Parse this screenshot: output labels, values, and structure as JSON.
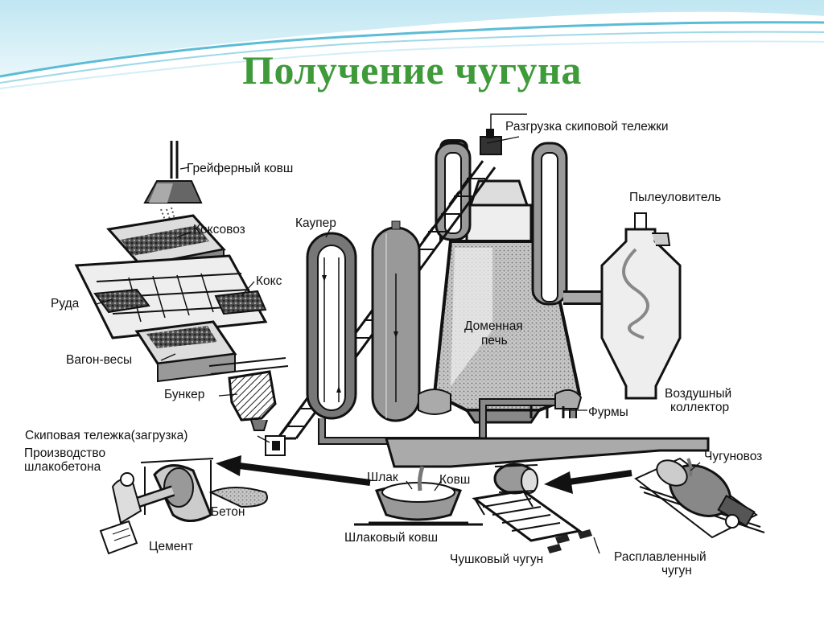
{
  "slide": {
    "title": "Получение чугуна",
    "title_color": "#3f9a3a"
  },
  "labels": {
    "skip_unload": "Разгрузка скиповой тележки",
    "grab_bucket": "Грейферный ковш",
    "coke_car": "Коксовоз",
    "cowper": "Каупер",
    "dust_catcher": "Пылеуловитель",
    "coke": "Кокс",
    "ore": "Руда",
    "blast_furnace_1": "Доменная",
    "blast_furnace_2": "печь",
    "scale_car": "Вагон-весы",
    "bunker": "Бункер",
    "air_collector_1": "Воздушный",
    "air_collector_2": "коллектор",
    "tuyeres": "Фурмы",
    "skip_load": "Скиповая тележка(загрузка)",
    "slag_concrete_1": "Производство",
    "slag_concrete_2": "шлакобетона",
    "iron_car": "Чугуновоз",
    "slag": "Шлак",
    "ladle": "Ковш",
    "concrete": "Бетон",
    "slag_ladle": "Шлаковый ковш",
    "cement": "Цемент",
    "pig_iron": "Чушковый чугун",
    "molten_iron_1": "Расплавленный",
    "molten_iron_2": "чугун"
  }
}
